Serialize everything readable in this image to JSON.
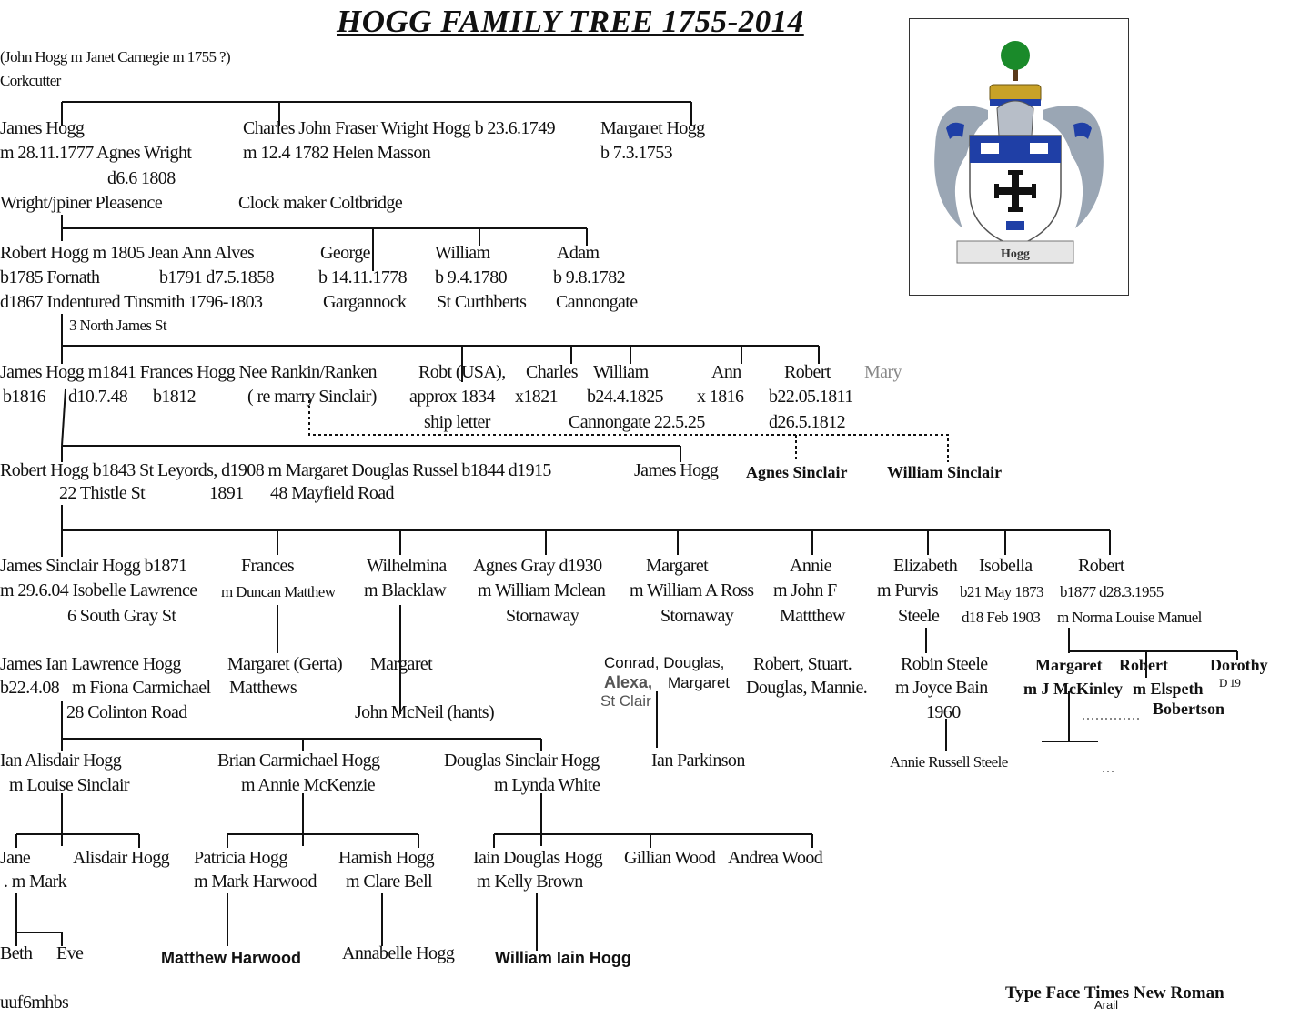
{
  "title": "HOGG  FAMILY  TREE 1755-2014",
  "crest": {
    "scroll_text": "Hogg",
    "colors": {
      "blue": "#1f3fa6",
      "mantle": "#9aa6b4",
      "crown": "#c9a227",
      "tree": "#1a8a2a"
    }
  },
  "gen0": {
    "line1": "(John Hogg m Janet Carnegie m 1755 ?)",
    "line2": "Corkcutter"
  },
  "gen1": {
    "james": {
      "line1": "James Hogg",
      "line2": "m 28.11.1777  Agnes Wright",
      "line3": "d6.6 1808",
      "line4": "Wright/jpiner Pleasence"
    },
    "charles": {
      "line1": "Charles John Fraser Wright Hogg b 23.6.1749",
      "line2": "m 12.4 1782 Helen Masson",
      "line3": "Clock maker Coltbridge"
    },
    "margaret": {
      "line1": "Margaret Hogg",
      "line2": "b 7.3.1753"
    }
  },
  "gen2": {
    "robert": {
      "line1": "Robert Hogg m 1805  Jean Ann Alves",
      "line2": "b1785 Fornath",
      "line2b": "b1791  d7.5.1858",
      "line3": "d1867 Indentured Tinsmith 1796-1803",
      "line4": "3 North James St"
    },
    "george": {
      "line1": "George",
      "line2": "b 14.11.1778",
      "line3": "Gargannock"
    },
    "william": {
      "line1": "William",
      "line2": "b 9.4.1780",
      "line3": "St Curthberts"
    },
    "adam": {
      "line1": "Adam",
      "line2": "b 9.8.1782",
      "line3": "Cannongate"
    }
  },
  "gen3": {
    "james": {
      "line1": "James Hogg m1841 Frances Hogg Nee Rankin/Ranken",
      "b": "b1816",
      "d": "d10.7.48",
      "b2": "b1812",
      "remarry": "( re marry Sinclair)"
    },
    "robt": {
      "line1": "Robt (USA),",
      "line2": "approx 1834",
      "line3": "ship letter"
    },
    "charles": {
      "line1": "Charles",
      "line2": "x1821"
    },
    "william": {
      "line1": "William",
      "line2": "b24.4.1825",
      "line3": "Cannongate 22.5.25"
    },
    "ann": {
      "line1": "Ann",
      "line2": "x 1816"
    },
    "robert": {
      "line1": "Robert",
      "line2": "b22.05.1811",
      "line3": "d26.5.1812"
    },
    "mary": "Mary"
  },
  "gen4": {
    "robert": {
      "line1": "Robert  Hogg b1843  St Leyords,   d1908 m Margaret Douglas Russel b1844 d1915",
      "line2": "22 Thistle St",
      "line2b": "1891",
      "line2c": "48 Mayfield Road"
    },
    "james": "James  Hogg",
    "agnes_sinclair": "Agnes Sinclair",
    "william_sinclair": "William Sinclair"
  },
  "gen5": {
    "james": {
      "line1": "James Sinclair Hogg b1871",
      "line2": "m 29.6.04 Isobelle Lawrence",
      "line3": "6 South Gray St"
    },
    "frances": {
      "line1": "Frances",
      "line2": "m Duncan Matthew"
    },
    "wilhelmina": {
      "line1": "Wilhelmina",
      "line2": "m Blacklaw"
    },
    "agnes": {
      "line1": "Agnes Gray d1930",
      "line2": "m William Mclean",
      "line3": "Stornaway"
    },
    "margaret": {
      "line1": "Margaret",
      "line2": "m William A Ross",
      "line3": "Stornaway"
    },
    "annie": {
      "line1": "Annie",
      "line2": "m John F",
      "line3": "Mattthew"
    },
    "elizabeth": {
      "line1": "Elizabeth",
      "line2": "m Purvis",
      "line3": "Steele"
    },
    "isobella": {
      "line1": "Isobella",
      "line2": "b21 May 1873",
      "line3": "d18 Feb 1903"
    },
    "robert": {
      "line1": "Robert",
      "line2": "b1877  d28.3.1955",
      "line3": "m Norma Louise Manuel"
    }
  },
  "gen6": {
    "james": {
      "line1": "James Ian Lawrence Hogg",
      "line2": "b22.4.08",
      "line2b": "m Fiona Carmichael",
      "line3": "28 Colinton Road"
    },
    "margaret_m": {
      "line1": "Margaret (Gerta)",
      "line2": "Matthews"
    },
    "margaret_b": {
      "line1": "Margaret",
      "line2": "John McNeil  (hants)"
    },
    "conrad": {
      "line1": "Conrad, Douglas,",
      "line2a": "Alexa,",
      "line2b": "Margaret",
      "line3": "St Clair"
    },
    "robert_stuart": {
      "line1": "Robert, Stuart.",
      "line2": "Douglas, Mannie."
    },
    "robin": {
      "line1": "Robin Steele",
      "line2": "m Joyce Bain",
      "line3": "1960"
    },
    "margaret_mck": {
      "line1": "Margaret",
      "line2": "m J McKinley"
    },
    "robert_e": {
      "line1": "Robert",
      "line2": "m Elspeth",
      "line3": "Bobertson"
    },
    "dorothy": {
      "line1": "Dorothy",
      "line2": "D 19"
    }
  },
  "gen7": {
    "ian": {
      "line1": "Ian Alisdair Hogg",
      "line2": "m Louise Sinclair"
    },
    "brian": {
      "line1": "Brian Carmichael Hogg",
      "line2": "m Annie McKenzie"
    },
    "douglas": {
      "line1": "Douglas Sinclair Hogg",
      "line2": "m Lynda White"
    },
    "ian_parkinson": "Ian Parkinson",
    "annie_steele": "Annie Russell Steele"
  },
  "gen8": {
    "jane": {
      "line1": "Jane",
      "line2": ". m Mark"
    },
    "alisdair": "Alisdair Hogg",
    "patricia": {
      "line1": "Patricia Hogg",
      "line2": "m  Mark Harwood"
    },
    "hamish": {
      "line1": "Hamish Hogg",
      "line2": "m Clare Bell"
    },
    "iain": {
      "line1": "Iain Douglas Hogg",
      "line2": "m Kelly Brown"
    },
    "gillian": "Gillian Wood",
    "andrea": "Andrea Wood"
  },
  "gen9": {
    "beth": "Beth",
    "eve": "Eve",
    "matthew": "Matthew Harwood",
    "annabelle": "Annabelle Hogg",
    "william": "William  Iain Hogg"
  },
  "footer": {
    "code": "uuf6mhbs",
    "typeface": "Type Face Times New Roman",
    "arail": "Arail"
  }
}
